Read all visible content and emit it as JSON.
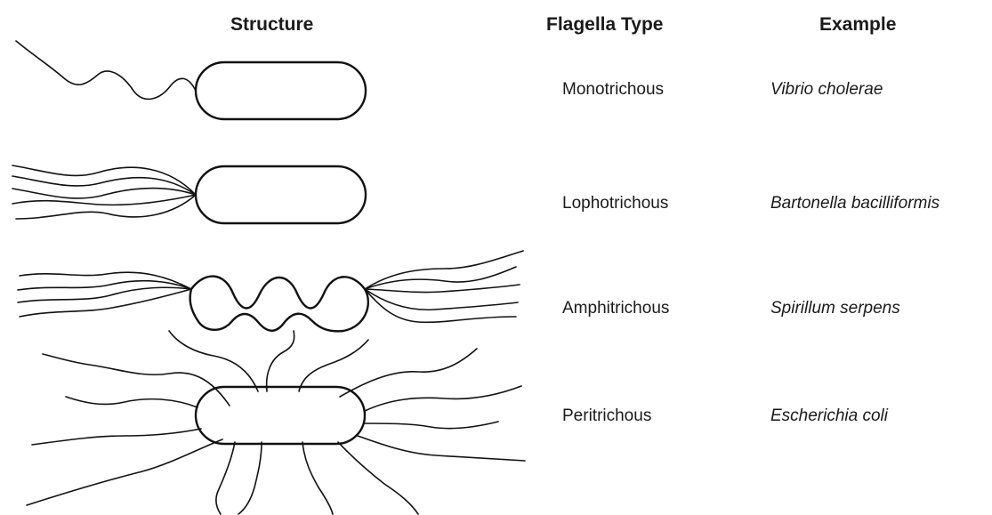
{
  "headers": {
    "structure": "Structure",
    "flagella_type": "Flagella Type",
    "example": "Example"
  },
  "rows": [
    {
      "type": "Monotrichous",
      "example": "Vibrio cholerae"
    },
    {
      "type": "Lophotrichous",
      "example": "Bartonella bacilliformis"
    },
    {
      "type": "Amphitrichous",
      "example": "Spirillum serpens"
    },
    {
      "type": "Peritrichous",
      "example": "Escherichia coli"
    }
  ]
}
